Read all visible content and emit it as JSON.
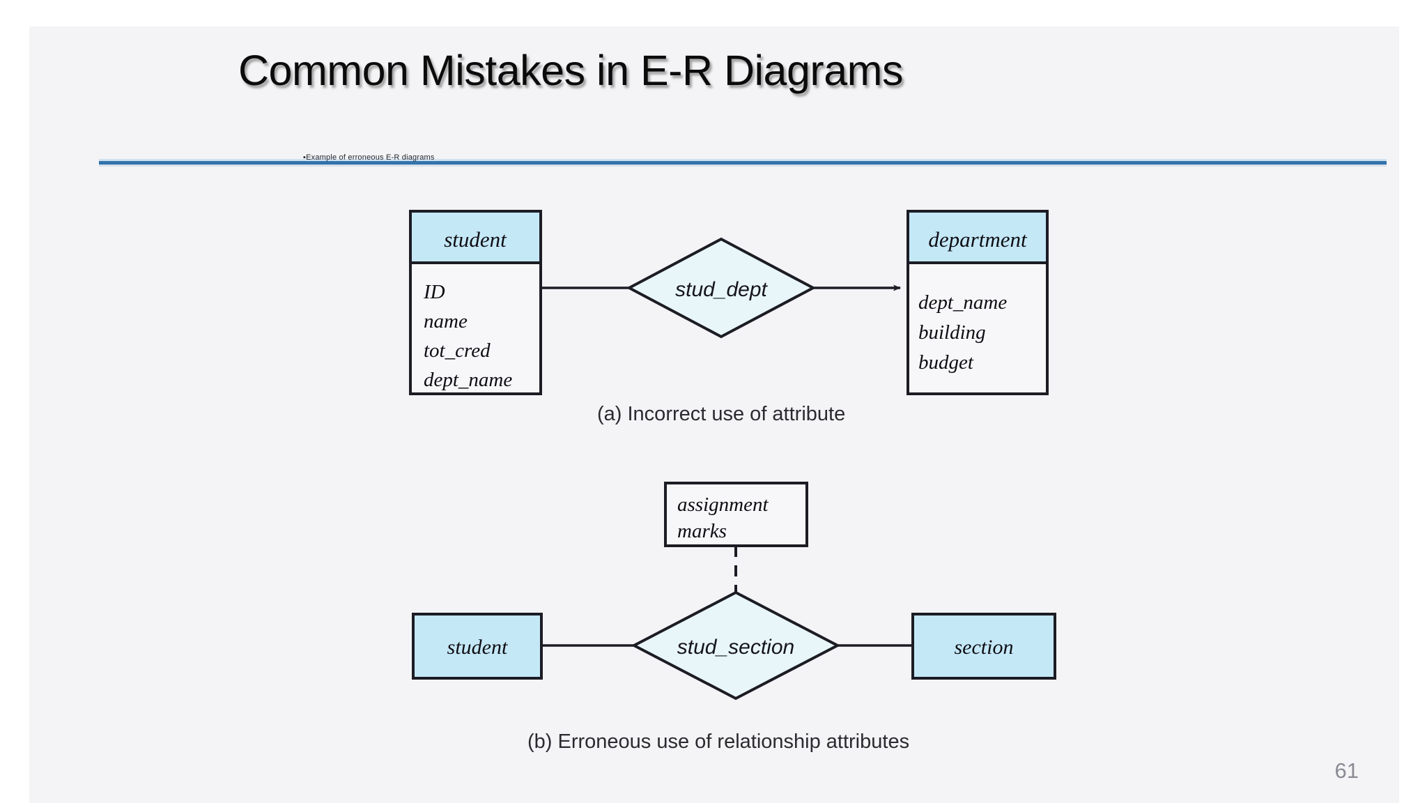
{
  "slide": {
    "title": "Common Mistakes in E-R Diagrams",
    "bullet": "Example of erroneous  E-R diagrams",
    "bullet_marker": "▪",
    "page_number": "61",
    "accent_color": "#3578b0",
    "entity_fill": "#c5e8f7",
    "relationship_fill": "#e8f6fa",
    "stroke_color": "#1c1c24",
    "background": "#f4f4f6"
  },
  "figure_a": {
    "caption": "(a) Incorrect use of attribute",
    "student_entity": {
      "name": "student",
      "attributes": [
        "ID",
        "name",
        "tot_cred",
        "dept_name"
      ]
    },
    "relationship": {
      "name": "stud_dept"
    },
    "department_entity": {
      "name": "department",
      "attributes": [
        "dept_name",
        "building",
        "budget"
      ]
    }
  },
  "figure_b": {
    "caption": "(b) Erroneous use of relationship attributes",
    "attribute_box": {
      "lines": [
        "assignment",
        "marks"
      ]
    },
    "student_entity": {
      "name": "student"
    },
    "relationship": {
      "name": "stud_section"
    },
    "section_entity": {
      "name": "section"
    }
  }
}
